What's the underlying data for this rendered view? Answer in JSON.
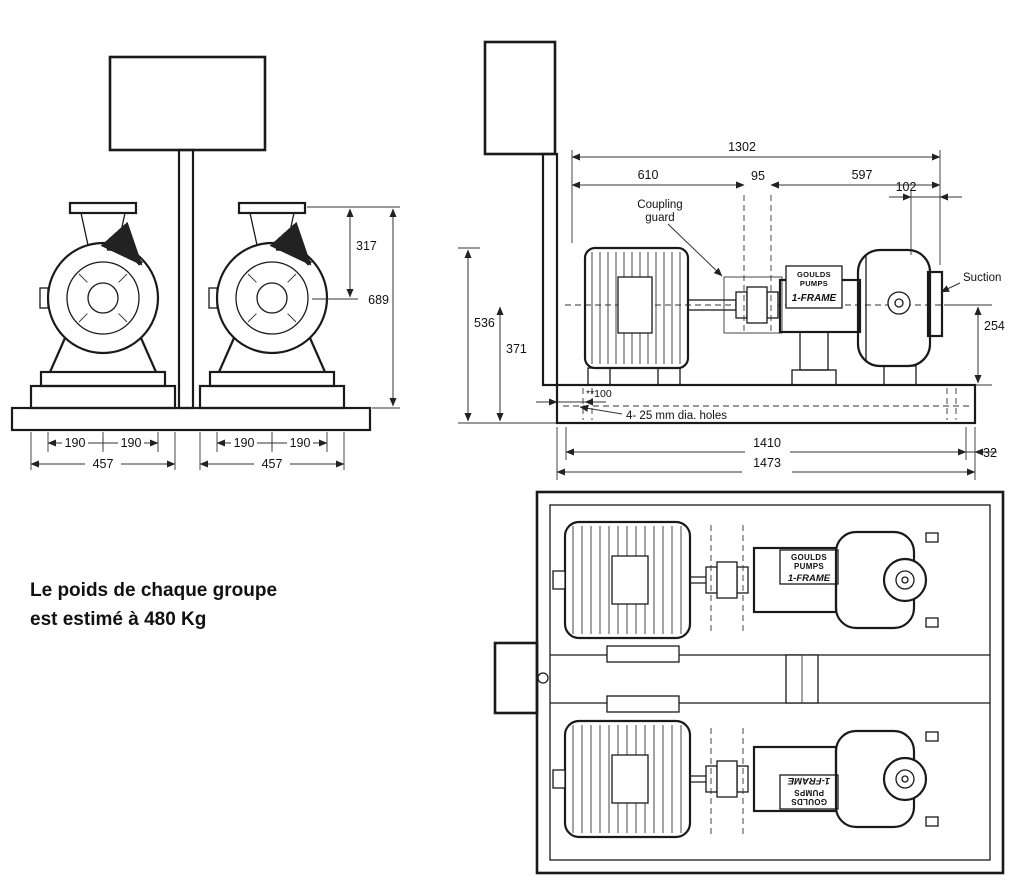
{
  "drawing": {
    "weight_note": {
      "line1": "Le poids de chaque groupe",
      "line2": "est estimé à 480 Kg"
    },
    "front_view": {
      "dim_317": "317",
      "dim_689": "689",
      "dim_190": "190",
      "dim_457": "457"
    },
    "side_view": {
      "dim_1302": "1302",
      "dim_610": "610",
      "dim_95": "95",
      "dim_597": "597",
      "dim_102": "102",
      "dim_536": "536",
      "dim_371": "371",
      "dim_254": "254",
      "dim_100": "**100",
      "dim_1410": "1410",
      "dim_1473": "1473",
      "dim_32": "32",
      "coupling_guard_line1": "Coupling",
      "coupling_guard_line2": "guard",
      "suction": "Suction",
      "holes_note": "4- 25 mm dia. holes"
    },
    "brand": {
      "name": "GOULDS",
      "type": "PUMPS",
      "frame": "1-FRAME"
    }
  }
}
